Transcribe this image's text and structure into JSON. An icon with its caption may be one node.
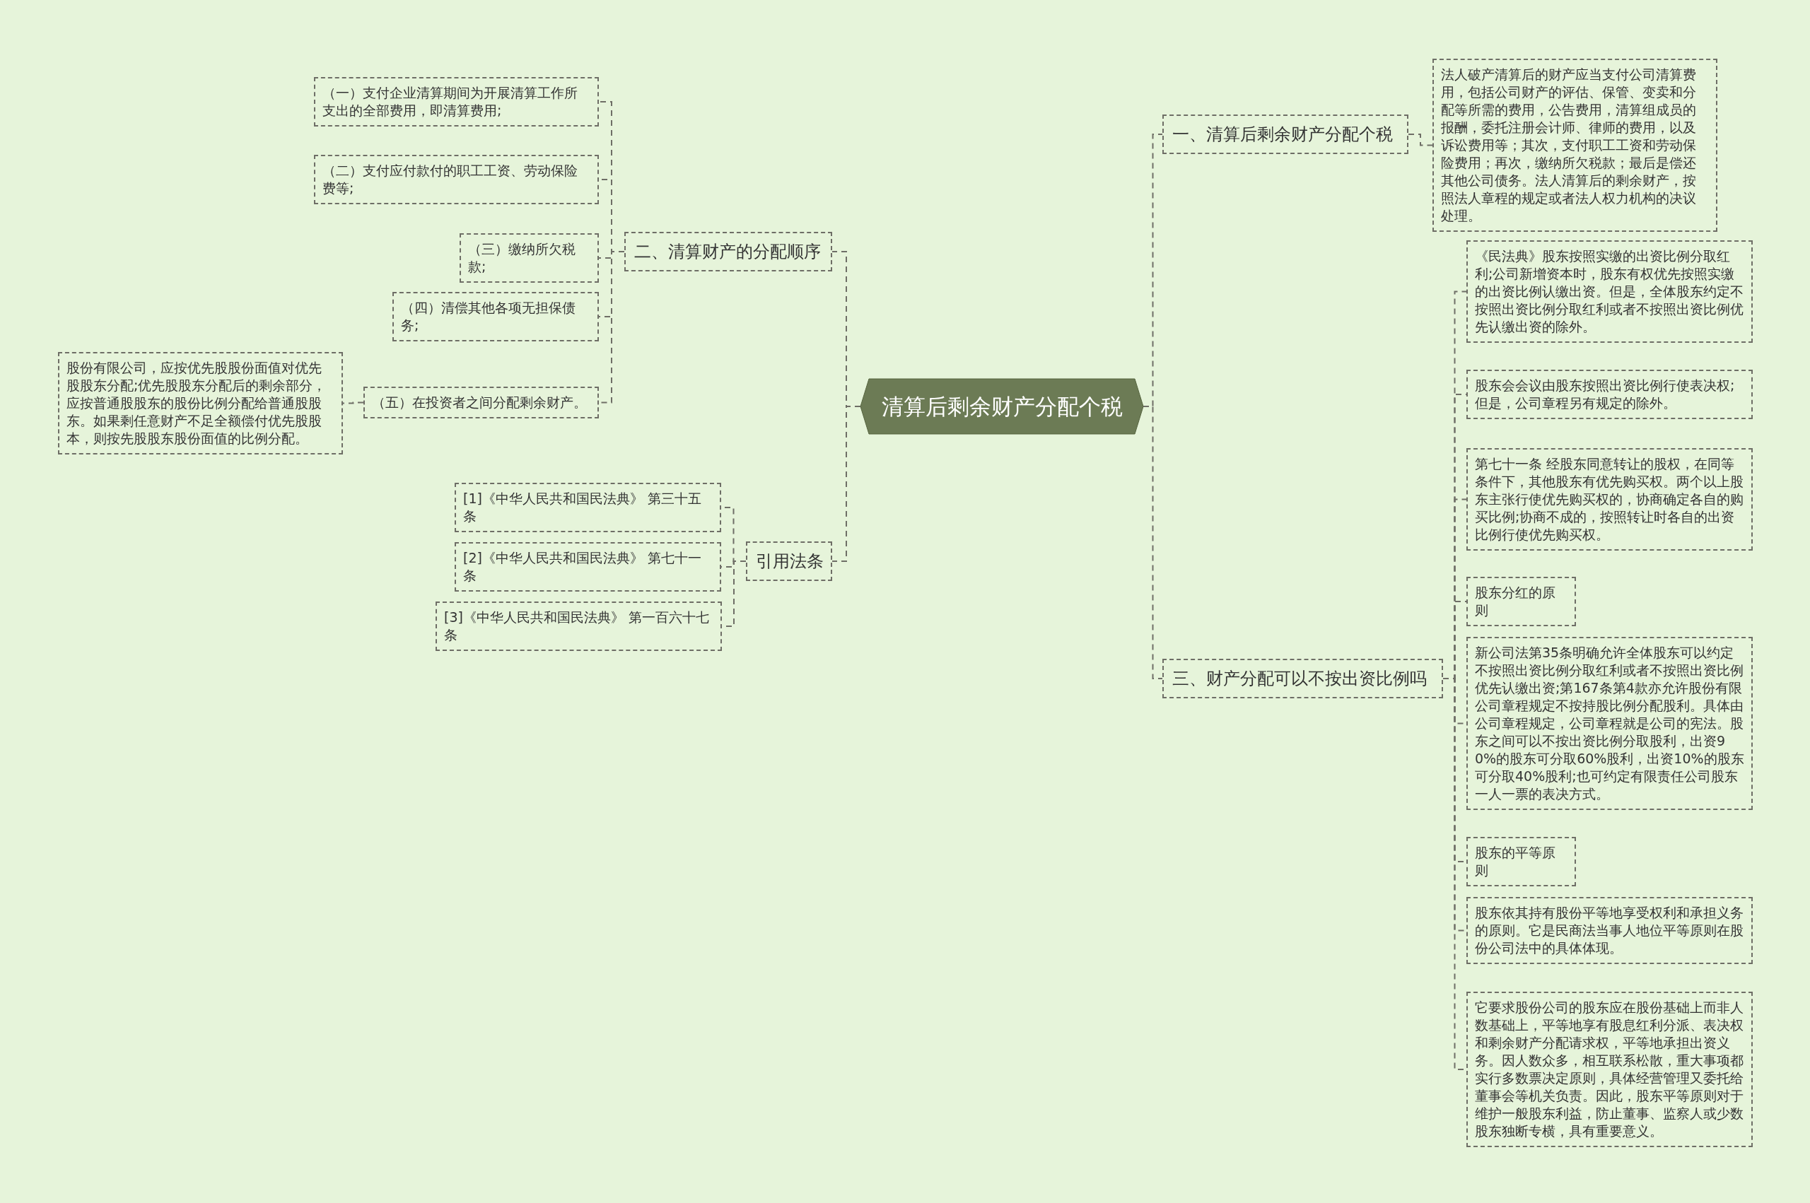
{
  "diagram": {
    "nodes": [
      {
        "text": [
          "清算后剩余财产分配个税"
        ]
      },
      {
        "text": [
          "二、清算财产的分配顺序"
        ]
      },
      {
        "text": [
          "（一）支付企业清算期间为开展清算工作所支出的全部费用，即清算费用;"
        ]
      },
      {
        "text": [
          "（二）支付应付款付的职工工资、劳动保险费等;"
        ]
      },
      {
        "text": [
          "（三）缴纳所欠税款;"
        ]
      },
      {
        "text": [
          "（四）清偿其他各项无担保债务;"
        ]
      },
      {
        "text": [
          "（五）在投资者之间分配剩余财产。"
        ]
      },
      {
        "text": [
          "股份有限公司，应按优先股股份面值对优先股股东分配;优先股股东分配后的剩余部分，应按普通股股东的股份比例分配给普通股股东。如果剩任意财产不足全额偿付优先股股本，则按先股股东股份面值的比例分配。"
        ]
      },
      {
        "text": [
          "引用法条"
        ]
      },
      {
        "text": [
          "[1]《中华人民共和国民法典》 第三十五条"
        ]
      },
      {
        "text": [
          "[2]《中华人民共和国民法典》 第七十一条"
        ]
      },
      {
        "text": [
          "[3]《中华人民共和国民法典》 第一百六十七条"
        ]
      },
      {
        "text": [
          "一、清算后剩余财产分配个税"
        ]
      },
      {
        "text": [
          "法人破产清算后的财产应当支付公司清算费用，包括公司财产的评估、保管、变卖和分配等所需的费用，公告费用，清算组成员的报酬，委托注册会计师、律师的费用，以及诉讼费用等；其次，支付职工工资和劳动保险费用；再次，缴纳所欠税款；最后是偿还其他公司债务。法人清算后的剩余财产，按照法人章程的规定或者法人权力机构的决议处理。"
        ]
      },
      {
        "text": [
          "三、财产分配可以不按出资比例吗"
        ]
      },
      {
        "text": [
          "《民法典》股东按照实缴的出资比例分取红利;公司新增资本时，股东有权优先按照实缴的出资比例认缴出资。但是，全体股东约定不按照出资比例分取红利或者不按照出资比例优先认缴出资的除外。"
        ]
      },
      {
        "text": [
          "股东会会议由股东按照出资比例行使表决权;但是，公司章程另有规定的除外。"
        ]
      },
      {
        "text": [
          "第七十一条 经股东同意转让的股权，在同等条件下，其他股东有优先购买权。两个以上股东主张行使优先购买权的，协商确定各自的购买比例;协商不成的，按照转让时各自的出资比例行使优先购买权。"
        ]
      },
      {
        "text": [
          "股东分红的原则"
        ]
      },
      {
        "text": [
          "新公司法第35条明确允许全体股东可以约定不按照出资比例分取红利或者不按照出资比例优先认缴出资;第167条第4款亦允许股份有限公司章程规定不按持股比例分配股利。具体由公司章程规定，公司章程就是公司的宪法。股东之间可以不按出资比例分取股利，出资90%的股东可分取60%股利，出资10%的股东可分取40%股利;也可约定有限责任公司股东一人一票的表决方式。"
        ]
      },
      {
        "text": [
          "股东的平等原则"
        ]
      },
      {
        "text": [
          "股东依其持有股份平等地享受权利和承担义务的原则。它是民商法当事人地位平等原则在股份公司法中的具体体现。"
        ]
      },
      {
        "text": [
          "它要求股份公司的股东应在股份基础上而非人数基础上，平等地享有股息红利分派、表决权和剩余财产分配请求权，平等地承担出资义务。因人数众多，相互联系松散，重大事项都实行多数票决定原则，具体经营管理又委托给董事会等机关负责。因此，股东平等原则对于维护一般股东利益，防止董事、监察人或少数股东独断专横，具有重要意义。"
        ]
      }
    ],
    "edges": [
      {
        "from": 0,
        "to": 1,
        "arrow": "none",
        "style": "dashed"
      },
      {
        "from": 1,
        "to": 2,
        "arrow": "none",
        "style": "dashed"
      },
      {
        "from": 1,
        "to": 3,
        "arrow": "none",
        "style": "dashed"
      },
      {
        "from": 1,
        "to": 4,
        "arrow": "none",
        "style": "dashed"
      },
      {
        "from": 1,
        "to": 5,
        "arrow": "none",
        "style": "dashed"
      },
      {
        "from": 1,
        "to": 6,
        "arrow": "none",
        "style": "dashed"
      },
      {
        "from": 6,
        "to": 7,
        "arrow": "none",
        "style": "dashed"
      },
      {
        "from": 0,
        "to": 8,
        "arrow": "none",
        "style": "dashed"
      },
      {
        "from": 8,
        "to": 9,
        "arrow": "none",
        "style": "dashed"
      },
      {
        "from": 8,
        "to": 10,
        "arrow": "none",
        "style": "dashed"
      },
      {
        "from": 8,
        "to": 11,
        "arrow": "none",
        "style": "dashed"
      },
      {
        "from": 0,
        "to": 12,
        "arrow": "none",
        "style": "dashed"
      },
      {
        "from": 12,
        "to": 13,
        "arrow": "none",
        "style": "dashed"
      },
      {
        "from": 0,
        "to": 14,
        "arrow": "none",
        "style": "dashed"
      },
      {
        "from": 14,
        "to": 15,
        "arrow": "none",
        "style": "dashed"
      },
      {
        "from": 14,
        "to": 16,
        "arrow": "none",
        "style": "dashed"
      },
      {
        "from": 14,
        "to": 17,
        "arrow": "none",
        "style": "dashed"
      },
      {
        "from": 14,
        "to": 18,
        "arrow": "none",
        "style": "dashed"
      },
      {
        "from": 14,
        "to": 19,
        "arrow": "none",
        "style": "dashed"
      },
      {
        "from": 14,
        "to": 20,
        "arrow": "none",
        "style": "dashed"
      },
      {
        "from": 14,
        "to": 21,
        "arrow": "none",
        "style": "dashed"
      },
      {
        "from": 14,
        "to": 22,
        "arrow": "none",
        "style": "dashed"
      }
    ]
  }
}
